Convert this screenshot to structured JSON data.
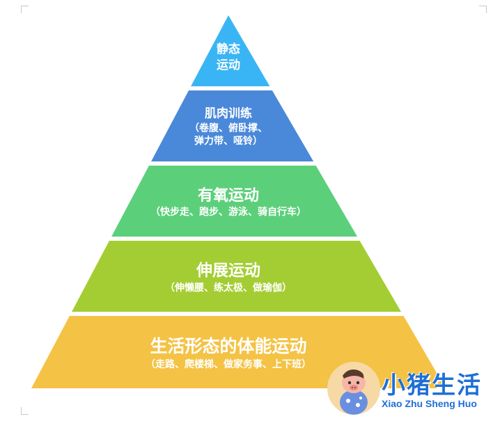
{
  "pyramid": {
    "levels": [
      {
        "title_lines": [
          "静态",
          "运动"
        ],
        "detail_lines": [],
        "color": "#39b5f5"
      },
      {
        "title_lines": [
          "肌肉训练"
        ],
        "detail_lines": [
          "（卷腹、俯卧撑、",
          "弹力带、哑铃）"
        ],
        "color": "#4a88d9"
      },
      {
        "title_lines": [
          "有氧运动"
        ],
        "detail_lines": [
          "（快步走、跑步、游泳、骑自行车）"
        ],
        "color": "#5ccf7a"
      },
      {
        "title_lines": [
          "伸展运动"
        ],
        "detail_lines": [
          "（伸懒腰、练太极、做瑜伽）"
        ],
        "color": "#a4cd33"
      },
      {
        "title_lines": [
          "生活形态的体能运动"
        ],
        "detail_lines": [
          "（走路、爬楼梯、做家务事、上下班）"
        ],
        "color": "#f4c244"
      }
    ]
  },
  "logo": {
    "name": "小猪生活",
    "romanized": "Xiao Zhu Sheng Huo",
    "color": "#1e6fd6"
  }
}
